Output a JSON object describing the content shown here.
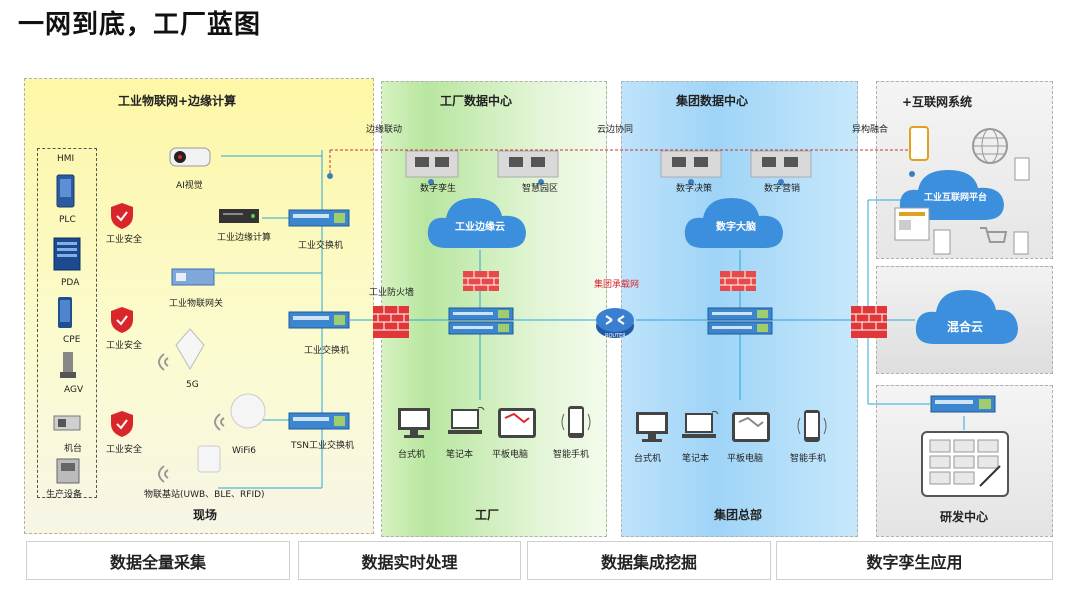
{
  "title": "一网到底，工厂蓝图",
  "zones": {
    "iot": {
      "title": "工业物联网+边缘计算",
      "bottom": "现场"
    },
    "factory_dc": {
      "title": "工厂数据中心",
      "bottom": "工厂"
    },
    "group_dc": {
      "title": "集团数据中心",
      "bottom": "集团总部"
    },
    "internet": {
      "title": "+互联网系统"
    },
    "rnd": {
      "title": "研发中心"
    }
  },
  "field_devices": [
    "HMI",
    "PLC",
    "PDA",
    "CPE",
    "AGV",
    "机台",
    "生产设备"
  ],
  "iot_devices": {
    "ai_vision": "AI视觉",
    "edge_compute": "工业边缘计算",
    "iot_gateway": "工业物联网关",
    "five_g": "5G",
    "wifi6": "WiFi6",
    "iot_base": "物联基站(UWB、BLE、RFID)",
    "security": "工业安全",
    "switch": "工业交换机",
    "tsn_switch": "TSN工业交换机"
  },
  "links": {
    "edge_link": "边缘联动",
    "cloud_edge": "云边协同",
    "hetero": "异构融合",
    "firewall": "工业防火墙",
    "group_net": "集团承载网",
    "router": "ROUTER"
  },
  "factory": {
    "servers": [
      "数字孪生",
      "智慧园区"
    ],
    "cloud": "工业边缘云",
    "terminals": [
      "台式机",
      "笔记本",
      "平板电脑",
      "智能手机"
    ]
  },
  "group": {
    "servers": [
      "数字决策",
      "数字营销"
    ],
    "cloud": "数字大脑",
    "terminals": [
      "台式机",
      "笔记本",
      "平板电脑",
      "智能手机"
    ]
  },
  "internet": {
    "cloud": "工业互联网平台"
  },
  "hybrid": {
    "cloud": "混合云"
  },
  "footer": [
    "数据全量采集",
    "数据实时处理",
    "数据集成挖掘",
    "数字孪生应用"
  ],
  "colors": {
    "link": "#28a8d8",
    "firewall": "#d9262b",
    "cloud": "#3b8fdc",
    "group_net_text": "#d9262b"
  }
}
